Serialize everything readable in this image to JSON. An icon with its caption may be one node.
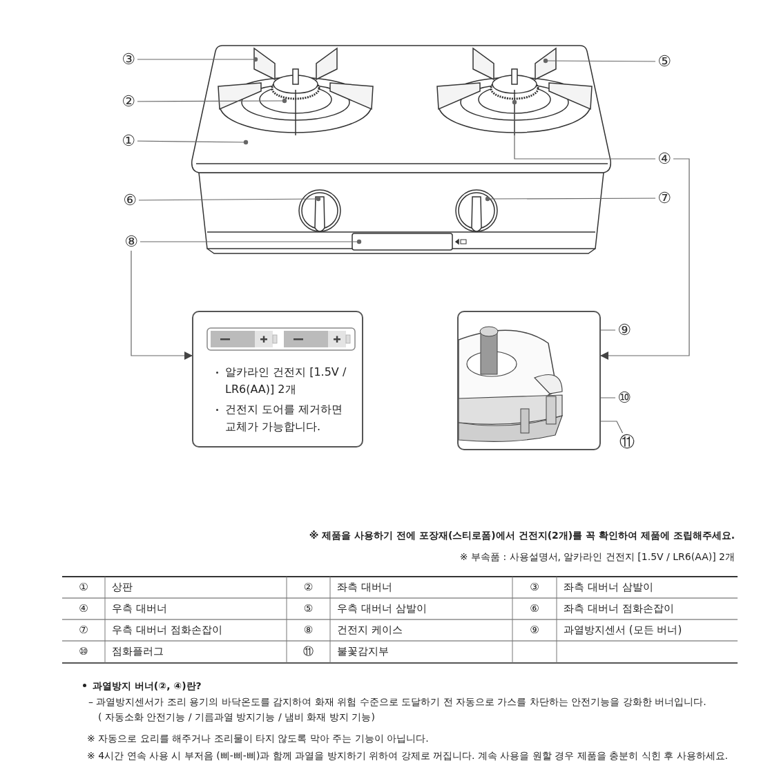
{
  "diagram": {
    "nodes": [
      {
        "text": [
          "①"
        ]
      },
      {
        "text": [
          "②"
        ]
      },
      {
        "text": [
          "③"
        ]
      },
      {
        "text": [
          "④"
        ]
      },
      {
        "text": [
          "⑤"
        ]
      },
      {
        "text": [
          "⑥"
        ]
      },
      {
        "text": [
          "⑦"
        ]
      },
      {
        "text": [
          "⑧"
        ]
      },
      {
        "text": [
          "⑨"
        ]
      },
      {
        "text": [
          "⑩"
        ]
      },
      {
        "text": [
          "⑪"
        ]
      },
      {
        "text": [
          "알카라인 건전지 [1.5V / LR6(AA)] 2개",
          "건전지 도어를 제거하면 교체가 가능합니다."
        ]
      },
      {
        "text": [],
        "shape": "picture"
      }
    ],
    "edges": [
      {
        "from": 0,
        "to": null,
        "arrow": "other"
      },
      {
        "from": 1,
        "to": null,
        "arrow": "other"
      },
      {
        "from": 2,
        "to": null,
        "arrow": "other"
      },
      {
        "from": 3,
        "to": null,
        "arrow": "other"
      },
      {
        "from": 3,
        "to": 12,
        "arrow": "to"
      },
      {
        "from": 4,
        "to": null,
        "arrow": "other"
      },
      {
        "from": 5,
        "to": null,
        "arrow": "other"
      },
      {
        "from": 6,
        "to": null,
        "arrow": "other"
      },
      {
        "from": 7,
        "to": null,
        "arrow": "other"
      },
      {
        "from": 7,
        "to": 11,
        "arrow": "to"
      },
      {
        "from": 8,
        "to": 12,
        "arrow": "other"
      },
      {
        "from": 9,
        "to": 12,
        "arrow": "other"
      },
      {
        "from": 10,
        "to": 12,
        "arrow": "other"
      }
    ],
    "labels": [
      "※ 제품을 사용하기 전에 포장재(스티로폼)에서 건전지(2개)를 꼭 확인하여 제품에 조립해주세요.",
      "※ 부속품 : 사용설명서, 알카라인 건전지 [1.5V / LR6(AA)] 2개",
      "①",
      "상판",
      "②",
      "좌측 대버너",
      "③",
      "좌측 대버너 삼발이",
      "④",
      "우측 대버너",
      "⑤",
      "우측 대버너 삼발이",
      "⑥",
      "좌측 대버너 점화손잡이",
      "⑦",
      "우측 대버너 점화손잡이",
      "⑧",
      "건전지 케이스",
      "⑨",
      "과열방지센서 (모든 버너)",
      "⑩",
      "점화플러그",
      "⑪",
      "불꽃감지부",
      "과열방지 버너(②, ④)란?",
      "– 과열방지센서가 조리 용기의 바닥온도를 감지하여 화재 위험 수준으로 도달하기 전 자동으로 가스를 차단하는 안전기능을 강화한 버너입니다.",
      "( 자동소화 안전기능 / 기름과열 방지기능 / 냄비 화재 방지 기능)",
      "※ 자동으로 요리를 해주거나 조리물이 타지 않도록 막아 주는 기능이 아닙니다.",
      "※ 4시간 연속 사용 시 부저음 (삐-삐-삐)과 함께 과열을 방지하기 위하여 강제로 꺼집니다. 계속 사용을 원할 경우 제품을 충분히 식힌 후 사용하세요."
    ]
  }
}
